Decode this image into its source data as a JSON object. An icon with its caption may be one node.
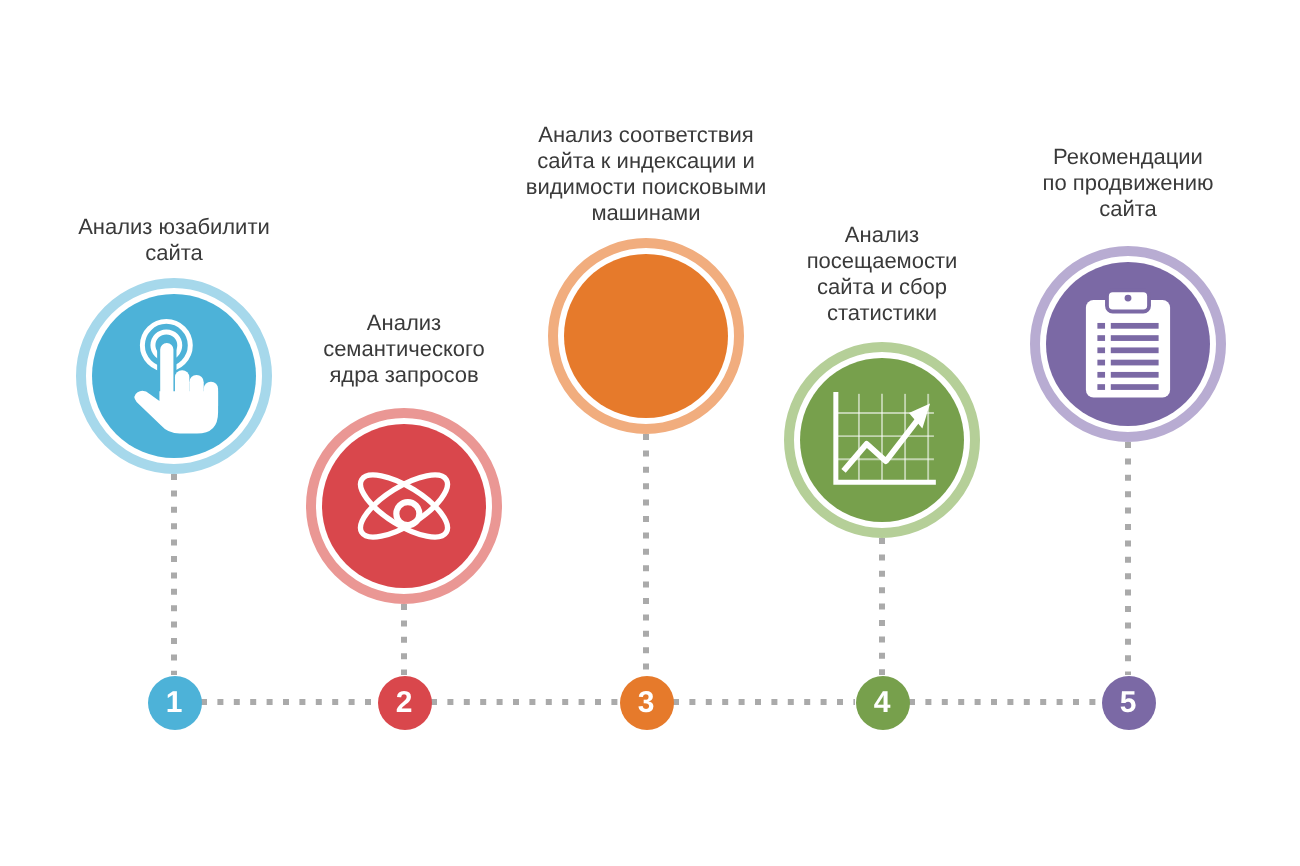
{
  "diagram": {
    "nodes": [
      {
        "text": [
          "Анализ юзабилити сайта"
        ]
      },
      {
        "text": [
          "1"
        ]
      },
      {
        "text": [
          "Анализ семантического ядра запросов"
        ]
      },
      {
        "text": [
          "2"
        ]
      },
      {
        "text": [
          "Анализ соответствия сайта к индексации и видимости поисковыми машинами"
        ]
      },
      {
        "text": [
          "3"
        ]
      },
      {
        "text": [
          "Анализ посещаемости сайта и сбор статистики"
        ]
      },
      {
        "text": [
          "4"
        ]
      },
      {
        "text": [
          "Рекомендации по продвижению сайта"
        ]
      },
      {
        "text": [
          "5"
        ]
      }
    ],
    "edges": [
      {
        "from": 0,
        "to": 1,
        "arrow": "none"
      },
      {
        "from": 2,
        "to": 3,
        "arrow": "none"
      },
      {
        "from": 4,
        "to": 5,
        "arrow": "none"
      },
      {
        "from": 6,
        "to": 7,
        "arrow": "none"
      },
      {
        "from": 8,
        "to": 9,
        "arrow": "none"
      },
      {
        "from": 1,
        "to": 3,
        "arrow": "none"
      },
      {
        "from": 3,
        "to": 5,
        "arrow": "none"
      },
      {
        "from": 5,
        "to": 7,
        "arrow": "none"
      },
      {
        "from": 7,
        "to": 9,
        "arrow": "none"
      }
    ]
  }
}
